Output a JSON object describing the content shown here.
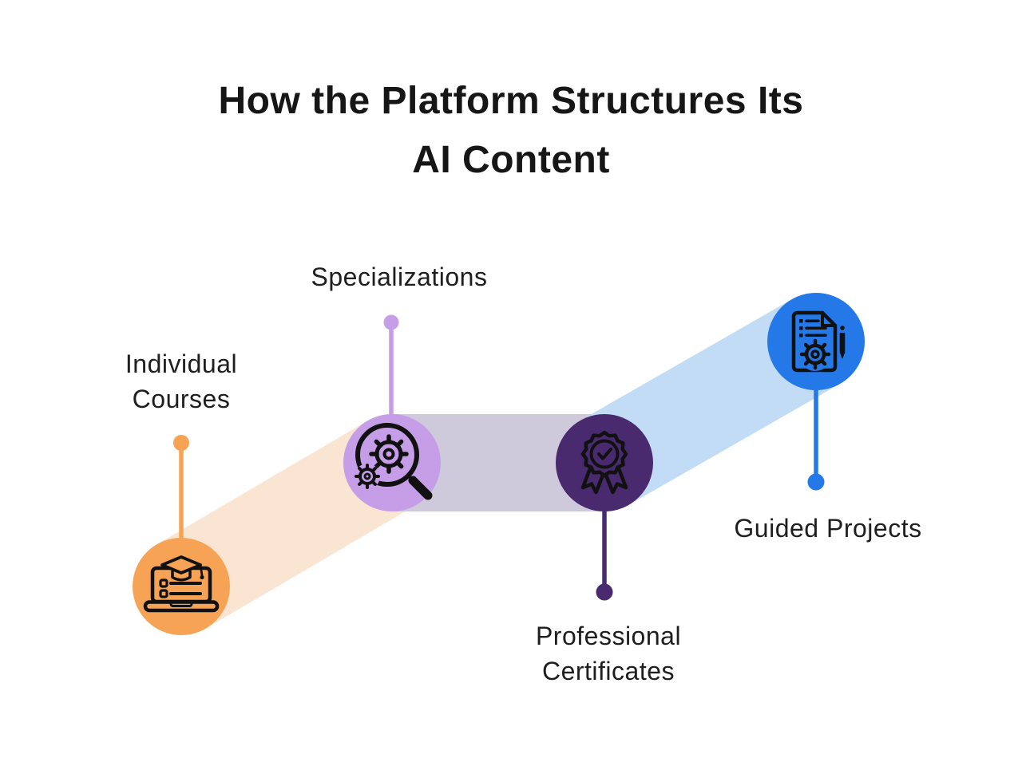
{
  "title": {
    "line1": "How the Platform Structures Its",
    "line2": "AI Content"
  },
  "stages": [
    {
      "id": "individual-courses",
      "label_lines": [
        "Individual",
        "Courses"
      ],
      "icon": "laptop-graduation-cap-icon",
      "color": "#F6A356"
    },
    {
      "id": "specializations",
      "label_lines": [
        "Specializations"
      ],
      "icon": "magnifier-gears-icon",
      "color": "#C59EE7"
    },
    {
      "id": "professional-certificates",
      "label_lines": [
        "Professional",
        "Certificates"
      ],
      "icon": "award-ribbon-check-icon",
      "color": "#492A6F"
    },
    {
      "id": "guided-projects",
      "label_lines": [
        "Guided Projects"
      ],
      "icon": "document-gear-pen-icon",
      "color": "#2478E7"
    }
  ],
  "bands": [
    {
      "from": "Individual Courses",
      "to": "Specializations",
      "color": "#FAE5D3"
    },
    {
      "from": "Specializations",
      "to": "Professional Certificates",
      "color": "#CFC9DC"
    },
    {
      "from": "Professional Certificates",
      "to": "Guided Projects",
      "color": "#C2DCF6"
    }
  ],
  "background_color": "#FFFFFF",
  "icon_stroke_color": "#111111",
  "text_color": "#1E1E1E"
}
